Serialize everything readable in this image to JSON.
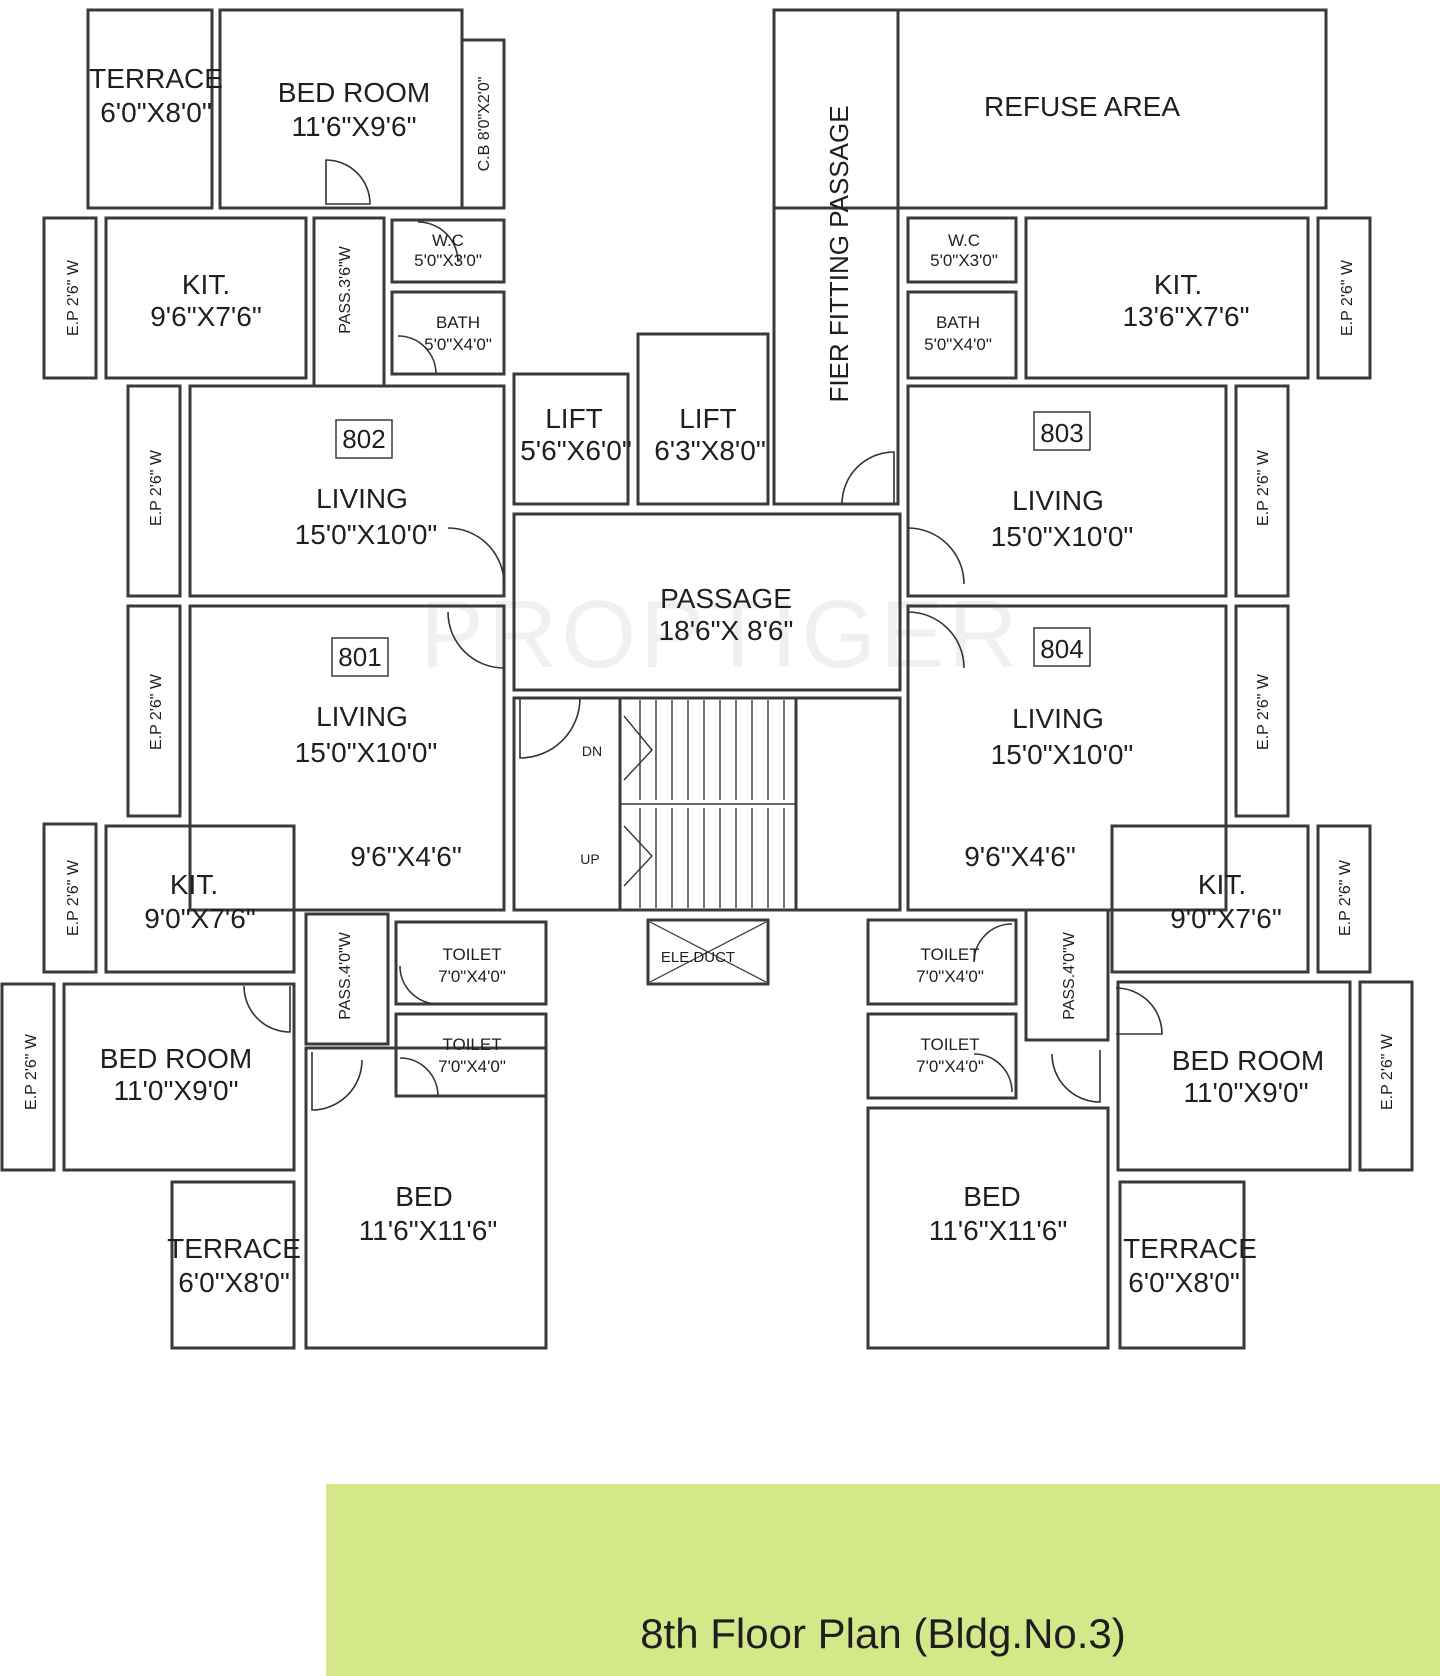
{
  "title": "8th Floor Plan (Bldg.No.3)",
  "watermark": "PROPTIGER",
  "colors": {
    "unit_802": "#dff0a4",
    "unit_803": "#f7e4d4",
    "unit_801": "#e1e0ec",
    "unit_804": "#c8e8e0",
    "terrace": "#e2f2fa",
    "toilet": "#b8e4bc",
    "refuse": "#fbfbc6",
    "passage": "#f6e4e0",
    "lift": "#ffffff",
    "title_band": "#d4e88a"
  },
  "units": {
    "u802": {
      "no": "802",
      "terrace": [
        "TERRACE",
        "6'0\"X8'0\""
      ],
      "bedroom": [
        "BED ROOM",
        "11'6\"X9'6\""
      ],
      "cb": "C.B 8'0\"X2'0\"",
      "kit": [
        "KIT.",
        "9'6\"X7'6\""
      ],
      "ep_kit": "E.P 2'6\" W",
      "pass": "PASS.3'6\"W",
      "wc": [
        "W.C",
        "5'0\"X3'0\""
      ],
      "bath": [
        "BATH",
        "5'0\"X4'0\""
      ],
      "living": [
        "LIVING",
        "15'0\"X10'0\""
      ],
      "ep_living": "E.P 2'6\" W"
    },
    "u803": {
      "no": "803",
      "wc": [
        "W.C",
        "5'0\"X3'0\""
      ],
      "bath": [
        "BATH",
        "5'0\"X4'0\""
      ],
      "kit": [
        "KIT.",
        "13'6\"X7'6\""
      ],
      "ep_kit": "E.P 2'6\" W",
      "living": [
        "LIVING",
        "15'0\"X10'0\""
      ],
      "ep_living": "E.P 2'6\" W"
    },
    "u801": {
      "no": "801",
      "living": [
        "LIVING",
        "15'0\"X10'0\""
      ],
      "alcove": "9'6\"X4'6\"",
      "ep_living": "E.P 2'6\" W",
      "kit": [
        "KIT.",
        "9'0\"X7'6\""
      ],
      "ep_kit": "E.P 2'6\" W",
      "pass": "PASS.4'0\"W",
      "toilet1": [
        "TOILET",
        "7'0\"X4'0\""
      ],
      "toilet2": [
        "TOILET",
        "7'0\"X4'0\""
      ],
      "bedroom": [
        "BED ROOM",
        "11'0\"X9'0\""
      ],
      "ep_bed": "E.P 2'6\" W",
      "bed": [
        "BED",
        "11'6\"X11'6\""
      ],
      "terrace": [
        "TERRACE",
        "6'0\"X8'0\""
      ]
    },
    "u804": {
      "no": "804",
      "living": [
        "LIVING",
        "15'0\"X10'0\""
      ],
      "alcove": "9'6\"X4'6\"",
      "ep_living": "E.P 2'6\" W",
      "kit": [
        "KIT.",
        "9'0\"X7'6\""
      ],
      "ep_kit": "E.P 2'6\" W",
      "pass": "PASS.4'0\"W",
      "toilet1": [
        "TOILET",
        "7'0\"X4'0\""
      ],
      "toilet2": [
        "TOILET",
        "7'0\"X4'0\""
      ],
      "bedroom": [
        "BED ROOM",
        "11'0\"X9'0\""
      ],
      "ep_bed": "E.P 2'6\" W",
      "bed": [
        "BED",
        "11'6\"X11'6\""
      ],
      "terrace": [
        "TERRACE",
        "6'0\"X8'0\""
      ]
    }
  },
  "common": {
    "refuse": "REFUSE AREA",
    "fire_passage": "FIER FITTING  PASSAGE",
    "lift1": [
      "LIFT",
      "5'6\"X6'0\""
    ],
    "lift2": [
      "LIFT",
      "6'3\"X8'0\""
    ],
    "passage": [
      "PASSAGE",
      "18'6\"X 8'6\""
    ],
    "dn": "DN",
    "up": "UP",
    "duct": "ELE.DUCT"
  }
}
